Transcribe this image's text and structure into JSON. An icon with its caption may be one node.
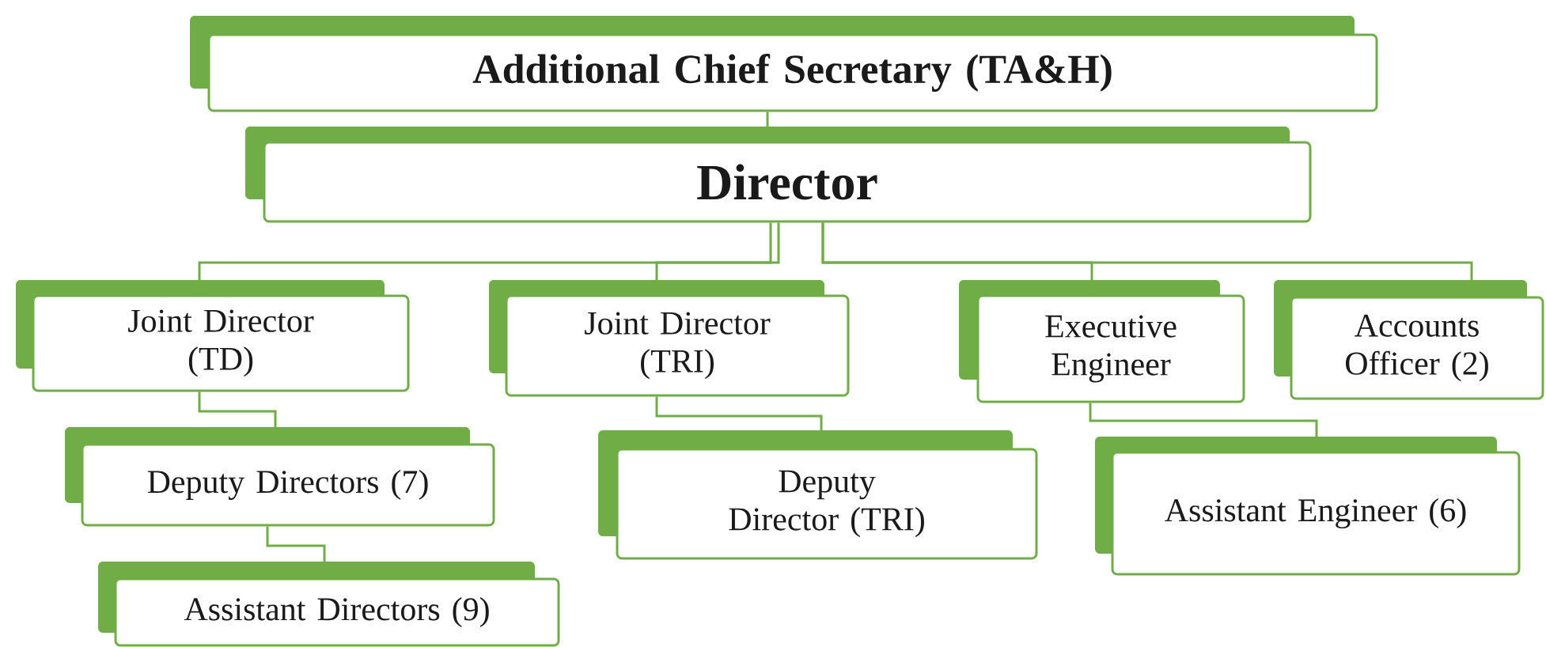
{
  "diagram": {
    "nodes": [
      {
        "text": [
          "Additional Chief Secretary (TA&H)"
        ]
      },
      {
        "text": [
          "Director"
        ]
      },
      {
        "text": [
          "Joint Director (TD)"
        ]
      },
      {
        "text": [
          "Deputy Directors (7)"
        ]
      },
      {
        "text": [
          "Assistant Directors (9)"
        ]
      },
      {
        "text": [
          "Joint Director (TRI)"
        ]
      },
      {
        "text": [
          "Deputy Director (TRI)"
        ]
      },
      {
        "text": [
          "Executive Engineer"
        ]
      },
      {
        "text": [
          "Accounts Officer (2)"
        ]
      },
      {
        "text": [
          "Assistant Engineer (6)"
        ]
      }
    ],
    "edges": [
      {
        "from": 0,
        "to": 1,
        "arrow": "none"
      },
      {
        "from": 1,
        "to": 2,
        "arrow": "none"
      },
      {
        "from": 1,
        "to": 5,
        "arrow": "none"
      },
      {
        "from": 1,
        "to": 7,
        "arrow": "none"
      },
      {
        "from": 1,
        "to": 8,
        "arrow": "none"
      },
      {
        "from": 2,
        "to": 3,
        "arrow": "none"
      },
      {
        "from": 3,
        "to": 4,
        "arrow": "none"
      },
      {
        "from": 5,
        "to": 6,
        "arrow": "none"
      },
      {
        "from": 7,
        "to": 9,
        "arrow": "none"
      }
    ]
  }
}
